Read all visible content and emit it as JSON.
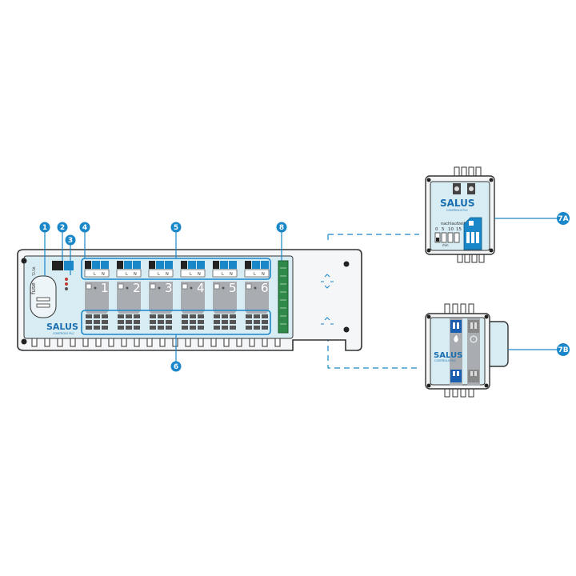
{
  "brand": {
    "name": "SALUS",
    "tagline": "CONTROLS PLC"
  },
  "main_unit": {
    "fuse_label": "fuse",
    "fuse_rating": "T2.5A",
    "zones": [
      "1",
      "2",
      "3",
      "4",
      "5",
      "6"
    ],
    "terminal_letters": [
      "L",
      "N"
    ]
  },
  "module_7a": {
    "brand": "SALUS",
    "tagline": "CONTROLS PLC",
    "label": "nachlaufzeit",
    "values": [
      "0",
      "5",
      "10",
      "15"
    ],
    "unit": "min"
  },
  "module_7b": {
    "brand": "SALUS",
    "tagline": "CONTROLS PLC"
  },
  "callouts": [
    "1",
    "2",
    "3",
    "4",
    "5",
    "6",
    "7A",
    "7B",
    "8"
  ],
  "colors": {
    "accent": "#1a87c9",
    "panel": "#d8ecf3",
    "outline": "#333333",
    "actuator": "#a9adb2"
  }
}
